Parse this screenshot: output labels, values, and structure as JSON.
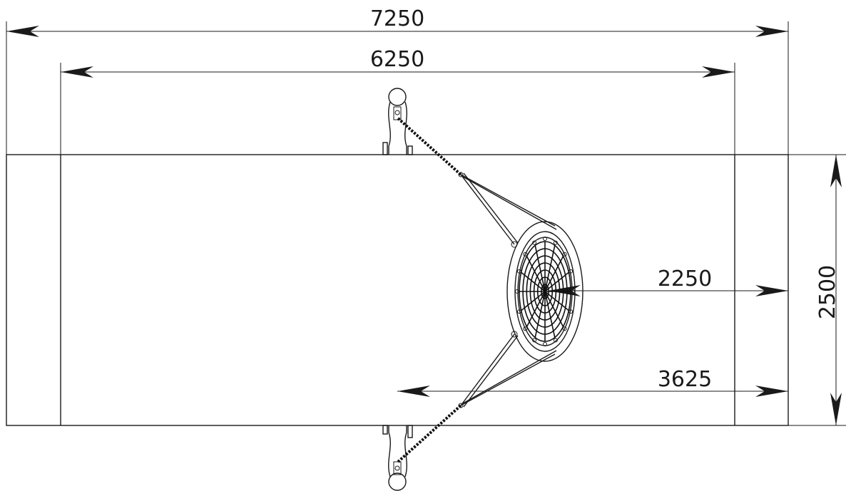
{
  "dimensions": {
    "overall_length": "7250",
    "inner_length": "6250",
    "width": "2500",
    "nest_to_edge": "2250",
    "center_to_edge": "3625"
  },
  "colors": {
    "line": "#1a1a1a",
    "background": "#ffffff"
  }
}
